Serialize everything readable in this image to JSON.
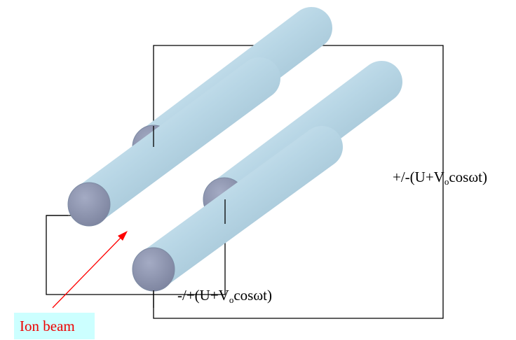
{
  "labels": {
    "right_voltage": {
      "prefix": "+/-(U+V",
      "sub": "o",
      "suffix": "cosωt)"
    },
    "bottom_voltage": {
      "prefix": "-/+(U+V",
      "sub": "o",
      "suffix": "cosωt)"
    },
    "ion_beam": "Ion beam"
  },
  "colors": {
    "rod_body": "#b9d7e6",
    "rod_end": "#8c93ad",
    "wire": "#000000",
    "beam_arrow": "#ff0000",
    "beam_label_bg": "#ccffff",
    "beam_label_text": "#ee0000"
  }
}
